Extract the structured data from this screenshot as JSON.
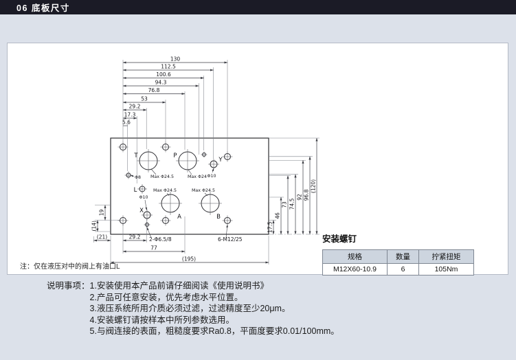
{
  "page": {
    "header_title": "06 底板尺寸",
    "note": "注：仅在液压对中的阀上有油口L"
  },
  "colors": {
    "header_bg": "#1b1b26",
    "page_bg": "#dce1ea",
    "table_header_bg": "#cdd5df"
  },
  "drawing": {
    "top_dims": [
      "130",
      "112.5",
      "100.6",
      "94.3",
      "76.8",
      "53",
      "29.2",
      "17.3",
      "5.6"
    ],
    "right_dims": [
      "17.5",
      "46",
      "73",
      "74.5",
      "92",
      "96.8",
      "(120)"
    ],
    "left_dims": [
      "19",
      "(14)"
    ],
    "bottom_dims": [
      "(21)",
      "29.2",
      "77",
      "(195)"
    ],
    "callouts": {
      "pin_holes": "2-Φ6.5/8",
      "mount_holes": "6-M12/25",
      "dia8": "Φ8",
      "dia10_x": "Φ10",
      "dia10_y": "Φ10",
      "max_t": "Max Φ24.5",
      "max_p": "Max Φ24",
      "max_a": "Max Φ24.5",
      "max_b": "Max Φ24.5"
    },
    "ports": {
      "t": "T",
      "p": "P",
      "a": "A",
      "b": "B",
      "x": "X",
      "y": "Y",
      "l": "L"
    }
  },
  "screw_table": {
    "title": "安装螺钉",
    "headers": [
      "规格",
      "数量",
      "拧紧扭矩"
    ],
    "rows": [
      [
        "M12X60-10.9",
        "6",
        "105Nm"
      ]
    ]
  },
  "instructions": {
    "label": "说明事项：",
    "items": [
      "1.安装使用本产品前请仔细阅读《使用说明书》",
      "2.产品可任意安装，优先考虑水平位置。",
      "3.液压系统所用介质必须过滤，过滤精度至少20μm。",
      "4.安装螺钉请按样本中所列参数选用。",
      "5.与阀连接的表面，粗糙度要求Ra0.8，平面度要求0.01/100mm。"
    ]
  }
}
